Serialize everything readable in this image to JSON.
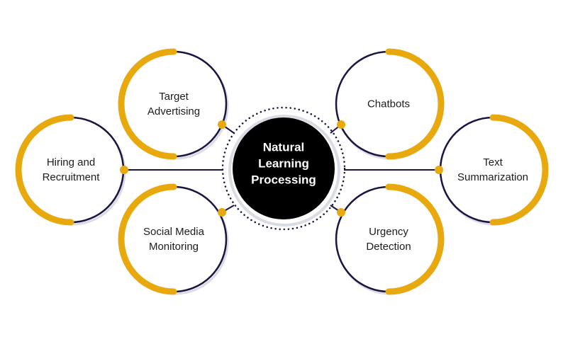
{
  "center": {
    "line1": "Natural",
    "line2": "Learning",
    "line3": "Processing"
  },
  "nodes": [
    {
      "id": "target-advertising",
      "line1": "Target",
      "line2": "Advertising"
    },
    {
      "id": "hiring-recruitment",
      "line1": "Hiring and",
      "line2": "Recruitment"
    },
    {
      "id": "social-media-monitoring",
      "line1": "Social Media",
      "line2": "Monitoring"
    },
    {
      "id": "chatbots",
      "line1": "Chatbots",
      "line2": ""
    },
    {
      "id": "text-summarization",
      "line1": "Text",
      "line2": "Summarization"
    },
    {
      "id": "urgency-detection",
      "line1": "Urgency",
      "line2": "Detection"
    }
  ],
  "colors": {
    "accent": "#E8A90E",
    "line": "#1A1440",
    "hub": "#000000",
    "shadow": "#D9DCE3"
  }
}
